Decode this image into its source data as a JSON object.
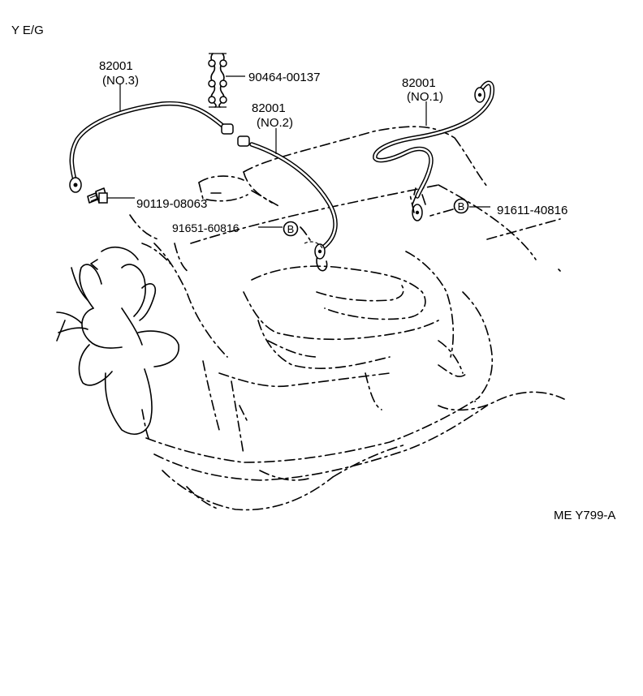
{
  "header": {
    "code": "Y  E/G"
  },
  "callouts": {
    "cable_no3": {
      "part": "82001",
      "note": "(NO.3)"
    },
    "cable_no2": {
      "part": "82001",
      "note": "(NO.2)"
    },
    "cable_no1": {
      "part": "82001",
      "note": "(NO.1)"
    },
    "clamp": {
      "part": "90464-00137"
    },
    "bolt": {
      "part": "90119-08063"
    },
    "bolt_b_left": {
      "part": "91651-60816",
      "marker": "B"
    },
    "bolt_b_right": {
      "part": "91611-40816",
      "marker": "B"
    }
  },
  "footer": {
    "ref": "ME  Y799-A"
  },
  "icons": [
    "ground-cable-icon",
    "cable-clamp-icon",
    "flange-bolt-icon",
    "engine-outline-icon"
  ]
}
